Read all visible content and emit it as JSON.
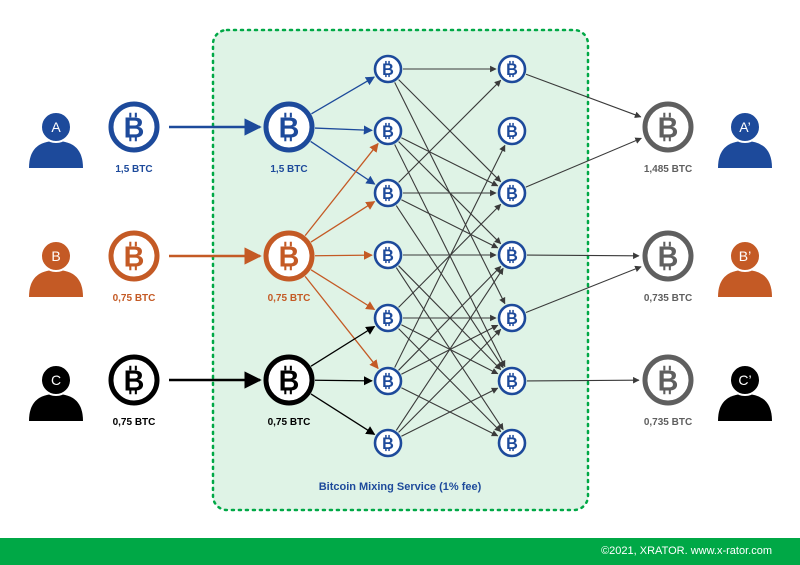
{
  "colors": {
    "blue": "#1d4a9b",
    "orange": "#c45a25",
    "black": "#000000",
    "gray": "#5f5f5f",
    "mix_line": "#3a3a3a",
    "panel_fill": "#dff3e6",
    "panel_border": "#00a846",
    "footer": "#00a846"
  },
  "senders": [
    {
      "id": "A",
      "label": "A",
      "amount": "1,5 BTC",
      "color": "blue"
    },
    {
      "id": "B",
      "label": "B",
      "amount": "0,75 BTC",
      "color": "orange"
    },
    {
      "id": "C",
      "label": "C",
      "amount": "0,75 BTC",
      "color": "black"
    }
  ],
  "mixer_inputs": [
    {
      "id": "A",
      "amount": "1,5 BTC",
      "color": "blue"
    },
    {
      "id": "B",
      "amount": "0,75 BTC",
      "color": "orange"
    },
    {
      "id": "C",
      "amount": "0,75 BTC",
      "color": "black"
    }
  ],
  "receivers": [
    {
      "id": "A2",
      "label": "A’",
      "amount": "1,485 BTC",
      "color": "blue"
    },
    {
      "id": "B2",
      "label": "B’",
      "amount": "0,735 BTC",
      "color": "orange"
    },
    {
      "id": "C2",
      "label": "C’",
      "amount": "0,735 BTC",
      "color": "black"
    }
  ],
  "mixing_service_label": "Bitcoin Mixing Service (1% fee)",
  "coin_icon": "bitcoin-icon",
  "person_icon": "user-icon",
  "footer_text": "©2021, XRATOR. www.x-rator.com"
}
